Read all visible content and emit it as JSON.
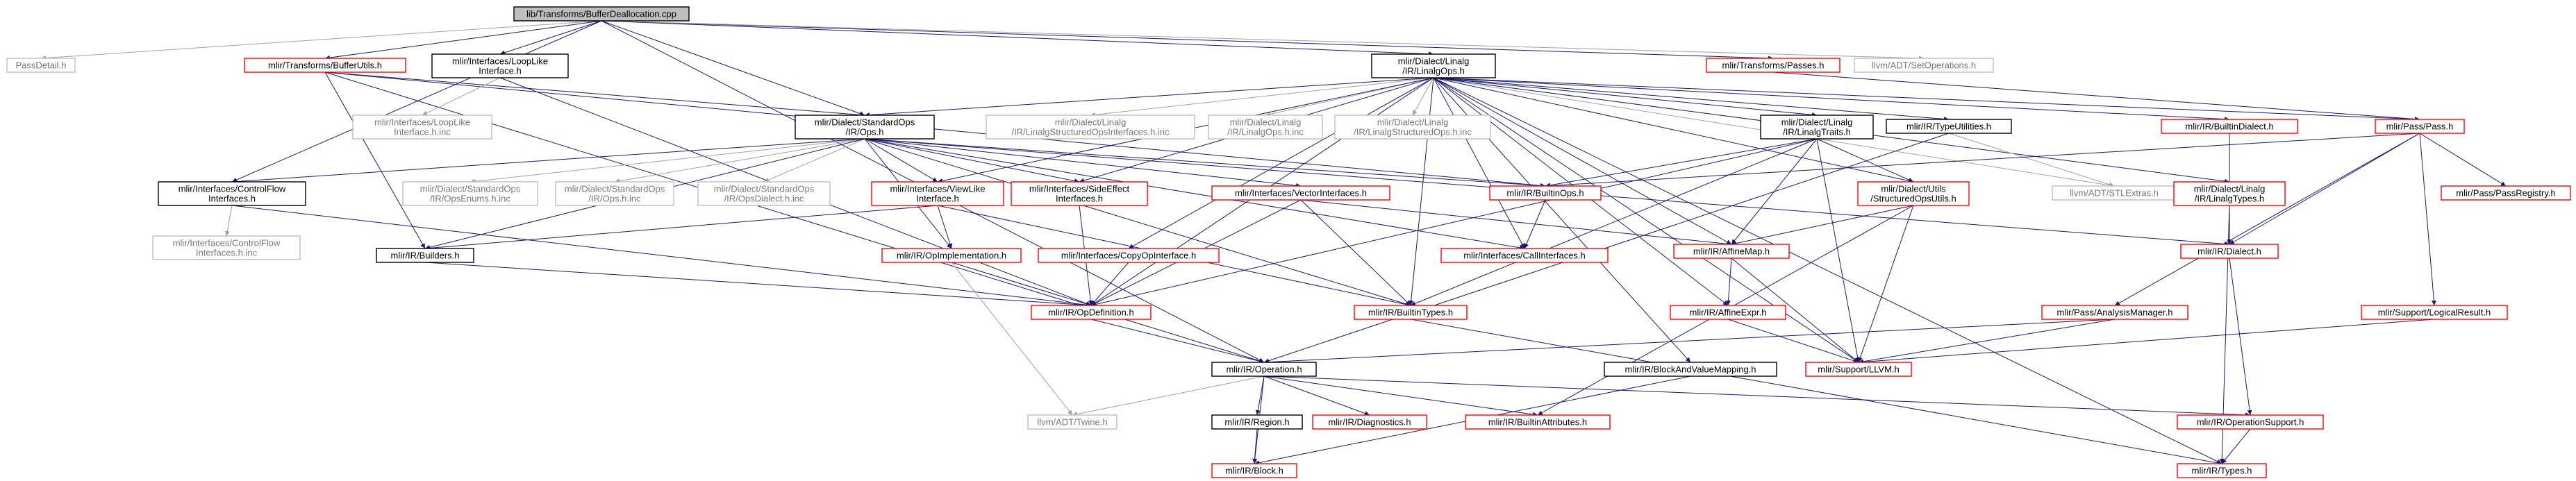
{
  "graph": {
    "root": "root",
    "colors": {
      "documented": "#000000",
      "truncated": "#ff0000",
      "external": "#bfbfbf",
      "edge": "#191970",
      "root_fill": "#bfbfbf"
    },
    "nodes": [
      {
        "id": "root",
        "label": "lib/Transforms/BufferDeallocation.cpp",
        "kind": "root"
      },
      {
        "id": "passdetail",
        "label": "PassDetail.h",
        "kind": "external"
      },
      {
        "id": "bufferutils",
        "label": "mlir/Transforms/BufferUtils.h",
        "kind": "truncated"
      },
      {
        "id": "looplike",
        "label": "mlir/Interfaces/LoopLike\nInterface.h",
        "kind": "documented"
      },
      {
        "id": "linalgops",
        "label": "mlir/Dialect/Linalg\n/IR/LinalgOps.h",
        "kind": "documented"
      },
      {
        "id": "passes",
        "label": "mlir/Transforms/Passes.h",
        "kind": "truncated"
      },
      {
        "id": "setops",
        "label": "llvm/ADT/SetOperations.h",
        "kind": "external"
      },
      {
        "id": "looplikeinc",
        "label": "mlir/Interfaces/LoopLike\nInterface.h.inc",
        "kind": "external"
      },
      {
        "id": "stdops",
        "label": "mlir/Dialect/StandardOps\n/IR/Ops.h",
        "kind": "documented"
      },
      {
        "id": "linalgstructinterfaces",
        "label": "mlir/Dialect/Linalg\n/IR/LinalgStructuredOpsInterfaces.h.inc",
        "kind": "external"
      },
      {
        "id": "linalgopsinc",
        "label": "mlir/Dialect/Linalg\n/IR/LinalgOps.h.inc",
        "kind": "external"
      },
      {
        "id": "linalgstructops",
        "label": "mlir/Dialect/Linalg\n/IR/LinalgStructuredOps.h.inc",
        "kind": "external"
      },
      {
        "id": "linalgtraits",
        "label": "mlir/Dialect/Linalg\n/IR/LinalgTraits.h",
        "kind": "documented"
      },
      {
        "id": "typeutils",
        "label": "mlir/IR/TypeUtilities.h",
        "kind": "documented"
      },
      {
        "id": "builtindialect",
        "label": "mlir/IR/BuiltinDialect.h",
        "kind": "truncated"
      },
      {
        "id": "pass",
        "label": "mlir/Pass/Pass.h",
        "kind": "truncated"
      },
      {
        "id": "controlflow",
        "label": "mlir/Interfaces/ControlFlow\nInterfaces.h",
        "kind": "documented"
      },
      {
        "id": "controlflowinc",
        "label": "mlir/Interfaces/ControlFlow\nInterfaces.h.inc",
        "kind": "external"
      },
      {
        "id": "opsenums",
        "label": "mlir/Dialect/StandardOps\n/IR/OpsEnums.h.inc",
        "kind": "external"
      },
      {
        "id": "opsinc",
        "label": "mlir/Dialect/StandardOps\n/IR/Ops.h.inc",
        "kind": "external"
      },
      {
        "id": "opsdialectinc",
        "label": "mlir/Dialect/StandardOps\n/IR/OpsDialect.h.inc",
        "kind": "external"
      },
      {
        "id": "viewlike",
        "label": "mlir/Interfaces/ViewLike\nInterface.h",
        "kind": "truncated"
      },
      {
        "id": "sideeffect",
        "label": "mlir/Interfaces/SideEffect\nInterfaces.h",
        "kind": "truncated"
      },
      {
        "id": "vectorinterfaces",
        "label": "mlir/Interfaces/VectorInterfaces.h",
        "kind": "truncated"
      },
      {
        "id": "builtinops",
        "label": "mlir/IR/BuiltinOps.h",
        "kind": "truncated"
      },
      {
        "id": "structuredopsutils",
        "label": "mlir/Dialect/Utils\n/StructuredOpsUtils.h",
        "kind": "truncated"
      },
      {
        "id": "stlextras",
        "label": "llvm/ADT/STLExtras.h",
        "kind": "external"
      },
      {
        "id": "linalgtypes",
        "label": "mlir/Dialect/Linalg\n/IR/LinalgTypes.h",
        "kind": "truncated"
      },
      {
        "id": "passregistry",
        "label": "mlir/Pass/PassRegistry.h",
        "kind": "truncated"
      },
      {
        "id": "builders",
        "label": "mlir/IR/Builders.h",
        "kind": "documented"
      },
      {
        "id": "copyop",
        "label": "mlir/Interfaces/CopyOpInterface.h",
        "kind": "truncated"
      },
      {
        "id": "callinterfaces",
        "label": "mlir/Interfaces/CallInterfaces.h",
        "kind": "truncated"
      },
      {
        "id": "affinemap",
        "label": "mlir/IR/AffineMap.h",
        "kind": "truncated"
      },
      {
        "id": "dialect",
        "label": "mlir/IR/Dialect.h",
        "kind": "truncated"
      },
      {
        "id": "opimpl",
        "label": "mlir/IR/OpImplementation.h",
        "kind": "truncated"
      },
      {
        "id": "opdef",
        "label": "mlir/IR/OpDefinition.h",
        "kind": "truncated"
      },
      {
        "id": "builtintypes",
        "label": "mlir/IR/BuiltinTypes.h",
        "kind": "truncated"
      },
      {
        "id": "affineexpr",
        "label": "mlir/IR/AffineExpr.h",
        "kind": "truncated"
      },
      {
        "id": "analysismanager",
        "label": "mlir/Pass/AnalysisManager.h",
        "kind": "truncated"
      },
      {
        "id": "logicalresult",
        "label": "mlir/Support/LogicalResult.h",
        "kind": "truncated"
      },
      {
        "id": "operation",
        "label": "mlir/IR/Operation.h",
        "kind": "documented"
      },
      {
        "id": "blockandvalue",
        "label": "mlir/IR/BlockAndValueMapping.h",
        "kind": "documented"
      },
      {
        "id": "llvm",
        "label": "mlir/Support/LLVM.h",
        "kind": "truncated"
      },
      {
        "id": "twine",
        "label": "llvm/ADT/Twine.h",
        "kind": "external"
      },
      {
        "id": "region",
        "label": "mlir/IR/Region.h",
        "kind": "documented"
      },
      {
        "id": "diagnostics",
        "label": "mlir/IR/Diagnostics.h",
        "kind": "truncated"
      },
      {
        "id": "builtinattributes",
        "label": "mlir/IR/BuiltinAttributes.h",
        "kind": "truncated"
      },
      {
        "id": "operationsupport",
        "label": "mlir/IR/OperationSupport.h",
        "kind": "truncated"
      },
      {
        "id": "block",
        "label": "mlir/IR/Block.h",
        "kind": "truncated"
      },
      {
        "id": "types",
        "label": "mlir/IR/Types.h",
        "kind": "truncated"
      }
    ],
    "edges": [
      [
        "root",
        "passdetail"
      ],
      [
        "root",
        "bufferutils"
      ],
      [
        "root",
        "looplike"
      ],
      [
        "root",
        "linalgops"
      ],
      [
        "root",
        "passes"
      ],
      [
        "root",
        "setops"
      ],
      [
        "root",
        "controlflow"
      ],
      [
        "root",
        "stdops"
      ],
      [
        "root",
        "operation"
      ],
      [
        "bufferutils",
        "stdops"
      ],
      [
        "bufferutils",
        "builders"
      ],
      [
        "bufferutils",
        "operation"
      ],
      [
        "bufferutils",
        "builtinops"
      ],
      [
        "looplike",
        "looplikeinc"
      ],
      [
        "looplike",
        "opdef"
      ],
      [
        "linalgops",
        "stdops"
      ],
      [
        "linalgops",
        "linalgstructinterfaces"
      ],
      [
        "linalgops",
        "linalgopsinc"
      ],
      [
        "linalgops",
        "linalgstructops"
      ],
      [
        "linalgops",
        "linalgtraits"
      ],
      [
        "linalgops",
        "typeutils"
      ],
      [
        "linalgops",
        "builtindialect"
      ],
      [
        "linalgops",
        "pass"
      ],
      [
        "linalgops",
        "viewlike"
      ],
      [
        "linalgops",
        "sideeffect"
      ],
      [
        "linalgops",
        "copyop"
      ],
      [
        "linalgops",
        "affinemap"
      ],
      [
        "linalgops",
        "blockandvalue"
      ],
      [
        "linalgops",
        "llvm"
      ],
      [
        "linalgops",
        "stlextras"
      ],
      [
        "linalgops",
        "linalgtypes"
      ],
      [
        "linalgops",
        "structuredopsutils"
      ],
      [
        "linalgops",
        "opdef"
      ],
      [
        "linalgops",
        "builtintypes"
      ],
      [
        "linalgops",
        "types"
      ],
      [
        "linalgops",
        "callinterfaces"
      ],
      [
        "linalgops",
        "affineexpr"
      ],
      [
        "passes",
        "pass"
      ],
      [
        "stdops",
        "controlflow"
      ],
      [
        "stdops",
        "opsenums"
      ],
      [
        "stdops",
        "opsinc"
      ],
      [
        "stdops",
        "opsdialectinc"
      ],
      [
        "stdops",
        "viewlike"
      ],
      [
        "stdops",
        "sideeffect"
      ],
      [
        "stdops",
        "vectorinterfaces"
      ],
      [
        "stdops",
        "builtinops"
      ],
      [
        "stdops",
        "builders"
      ],
      [
        "stdops",
        "opimpl"
      ],
      [
        "stdops",
        "builtintypes"
      ],
      [
        "stdops",
        "dialect"
      ],
      [
        "stdops",
        "callinterfaces"
      ],
      [
        "controlflow",
        "controlflowinc"
      ],
      [
        "controlflow",
        "opdef"
      ],
      [
        "viewlike",
        "builders"
      ],
      [
        "viewlike",
        "opimpl"
      ],
      [
        "viewlike",
        "builtintypes"
      ],
      [
        "sideeffect",
        "opdef"
      ],
      [
        "vectorinterfaces",
        "affinemap"
      ],
      [
        "vectorinterfaces",
        "builtintypes"
      ],
      [
        "vectorinterfaces",
        "opdef"
      ],
      [
        "builtinops",
        "callinterfaces"
      ],
      [
        "linalgtraits",
        "affinemap"
      ],
      [
        "linalgtraits",
        "builtinops"
      ],
      [
        "linalgtraits",
        "structuredopsutils"
      ],
      [
        "linalgtraits",
        "opdef"
      ],
      [
        "linalgtraits",
        "builtintypes"
      ],
      [
        "linalgtraits",
        "llvm"
      ],
      [
        "typeutils",
        "stlextras"
      ],
      [
        "typeutils",
        "operation"
      ],
      [
        "builtindialect",
        "dialect"
      ],
      [
        "pass",
        "builtinops"
      ],
      [
        "pass",
        "passregistry"
      ],
      [
        "pass",
        "dialect"
      ],
      [
        "pass",
        "analysismanager"
      ],
      [
        "pass",
        "logicalresult"
      ],
      [
        "structuredopsutils",
        "affinemap"
      ],
      [
        "structuredopsutils",
        "llvm"
      ],
      [
        "structuredopsutils",
        "builtinattributes"
      ],
      [
        "linalgtypes",
        "dialect"
      ],
      [
        "linalgtypes",
        "types"
      ],
      [
        "builders",
        "opdef"
      ],
      [
        "copyop",
        "opdef"
      ],
      [
        "affinemap",
        "affineexpr"
      ],
      [
        "affinemap",
        "llvm"
      ],
      [
        "dialect",
        "operationsupport"
      ],
      [
        "opimpl",
        "opdef"
      ],
      [
        "opimpl",
        "twine"
      ],
      [
        "opdef",
        "operation"
      ],
      [
        "affineexpr",
        "llvm"
      ],
      [
        "analysismanager",
        "operation"
      ],
      [
        "analysismanager",
        "llvm"
      ],
      [
        "logicalresult",
        "llvm"
      ],
      [
        "operation",
        "twine"
      ],
      [
        "operation",
        "region"
      ],
      [
        "operation",
        "diagnostics"
      ],
      [
        "operation",
        "builtinattributes"
      ],
      [
        "operation",
        "operationsupport"
      ],
      [
        "operation",
        "block"
      ],
      [
        "blockandvalue",
        "block"
      ],
      [
        "region",
        "block"
      ],
      [
        "builtintypes",
        "types"
      ],
      [
        "operationsupport",
        "types"
      ]
    ]
  }
}
